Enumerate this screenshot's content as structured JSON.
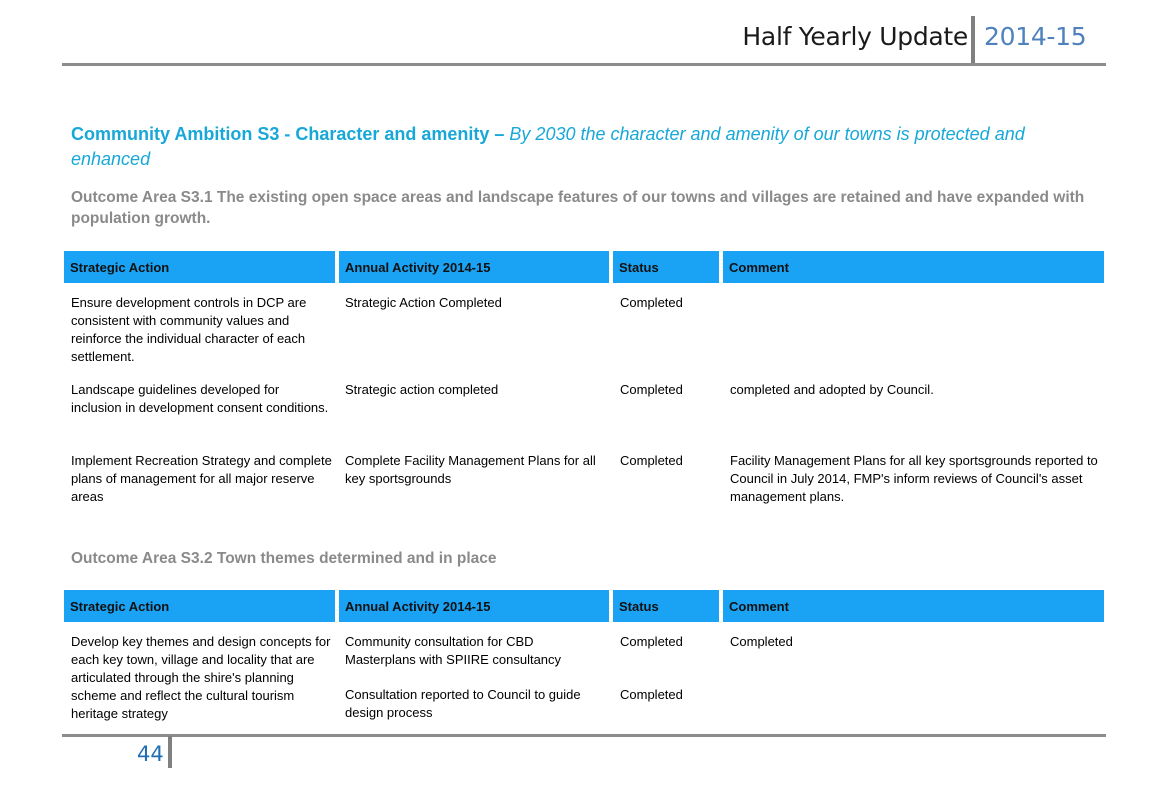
{
  "header": {
    "title": "Half Yearly Update",
    "year": "2014-15"
  },
  "ambition": {
    "bold": "Community Ambition S3 - Character and amenity –",
    "italic": " By 2030 the character and amenity of our towns is protected and enhanced"
  },
  "outcome1": "Outcome Area S3.1 The existing open space areas and landscape features of our towns and villages are retained and have expanded with population growth.",
  "outcome2": "Outcome Area S3.2 Town themes determined and in place",
  "columns": [
    "Strategic Action",
    "Annual Activity 2014-15",
    "Status",
    "Comment"
  ],
  "table1": [
    [
      "Ensure development controls in DCP are consistent with community values and reinforce the individual character of each settlement.",
      "Strategic Action Completed",
      "Completed",
      ""
    ],
    [
      "Landscape guidelines developed for inclusion in development consent conditions.",
      "Strategic action completed",
      "Completed",
      "completed and adopted by Council."
    ],
    [
      "Implement Recreation Strategy and complete plans of management for all major reserve areas",
      "Complete Facility Management Plans for all key sportsgrounds",
      "Completed",
      "Facility Management Plans for all key sportsgrounds reported to Council in July 2014, FMP's inform reviews of Council's asset management plans."
    ]
  ],
  "table2": {
    "action": "Develop key themes and design concepts for each key town, village and locality that are articulated through the shire's planning scheme and reflect the cultural tourism heritage strategy",
    "rows": [
      [
        "Community consultation for CBD Masterplans with SPIIRE consultancy",
        "Completed",
        "Completed"
      ],
      [
        "Consultation reported to Council to guide design process",
        "Completed",
        ""
      ]
    ]
  },
  "footer": {
    "page_number": "44"
  }
}
